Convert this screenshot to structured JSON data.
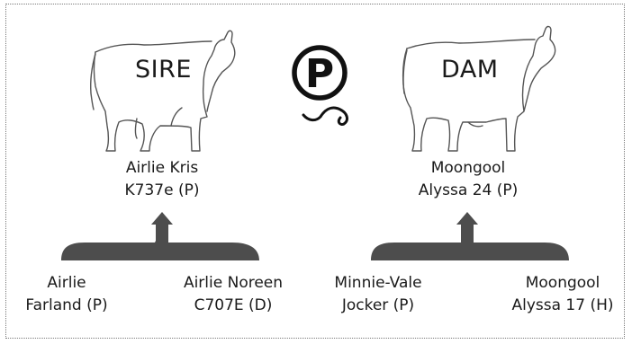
{
  "sire": {
    "heading": "SIRE",
    "name_line1": "Airlie Kris",
    "name_line2": "K737e (P)",
    "parents": [
      {
        "line1": "Airlie",
        "line2": "Farland (P)"
      },
      {
        "line1": "Airlie Noreen",
        "line2": "C707E (D)"
      }
    ]
  },
  "dam": {
    "heading": "DAM",
    "name_line1": "Moongool",
    "name_line2": "Alyssa 24 (P)",
    "parents": [
      {
        "line1": "Minnie-Vale",
        "line2": "Jocker (P)"
      },
      {
        "line1": "Moongool",
        "line2": "Alyssa 17 (H)"
      }
    ]
  },
  "symbol": {
    "letter": "P",
    "icon": "polled-symbol-icon"
  },
  "colors": {
    "bracket": "#4d4d4d",
    "text": "#1a1a1a",
    "outline": "#555555",
    "border": "#7a7a7a"
  }
}
